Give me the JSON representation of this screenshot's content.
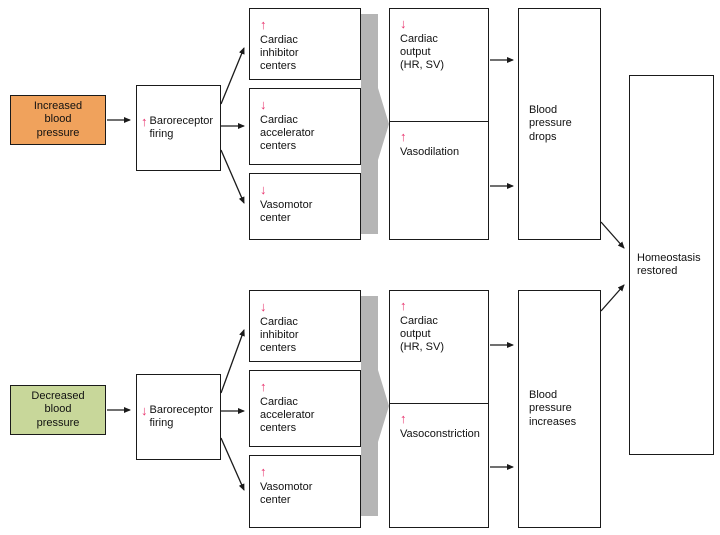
{
  "colors": {
    "increased_bg": "#F0A25C",
    "decreased_bg": "#C8D79A",
    "indicator": "#E8336D",
    "big_arrow": "#B5B5B5",
    "line": "#1A1A1A"
  },
  "top": {
    "trigger": "Increased\nblood\npressure",
    "baroreceptor": {
      "dir": "↑",
      "label": "Baroreceptor\nfiring"
    },
    "centers": [
      {
        "dir": "↑",
        "label": "Cardiac\ninhibitor\ncenters"
      },
      {
        "dir": "↓",
        "label": "Cardiac\naccelerator\ncenters"
      },
      {
        "dir": "↓",
        "label": "Vasomotor\ncenter"
      }
    ],
    "output": {
      "dir": "↓",
      "label": "Cardiac\noutput\n(HR, SV)"
    },
    "vascular": {
      "dir": "↑",
      "label": "Vasodilation"
    },
    "outcome": "Blood\npressure\ndrops"
  },
  "bottom": {
    "trigger": "Decreased\nblood\npressure",
    "baroreceptor": {
      "dir": "↓",
      "label": "Baroreceptor\nfiring"
    },
    "centers": [
      {
        "dir": "↓",
        "label": "Cardiac\ninhibitor\ncenters"
      },
      {
        "dir": "↑",
        "label": "Cardiac\naccelerator\ncenters"
      },
      {
        "dir": "↑",
        "label": "Vasomotor\ncenter"
      }
    ],
    "output": {
      "dir": "↑",
      "label": "Cardiac\noutput\n(HR, SV)"
    },
    "vascular": {
      "dir": "↑",
      "label": "Vasoconstriction"
    },
    "outcome": "Blood\npressure\nincreases"
  },
  "result": "Homeostasis\nrestored"
}
